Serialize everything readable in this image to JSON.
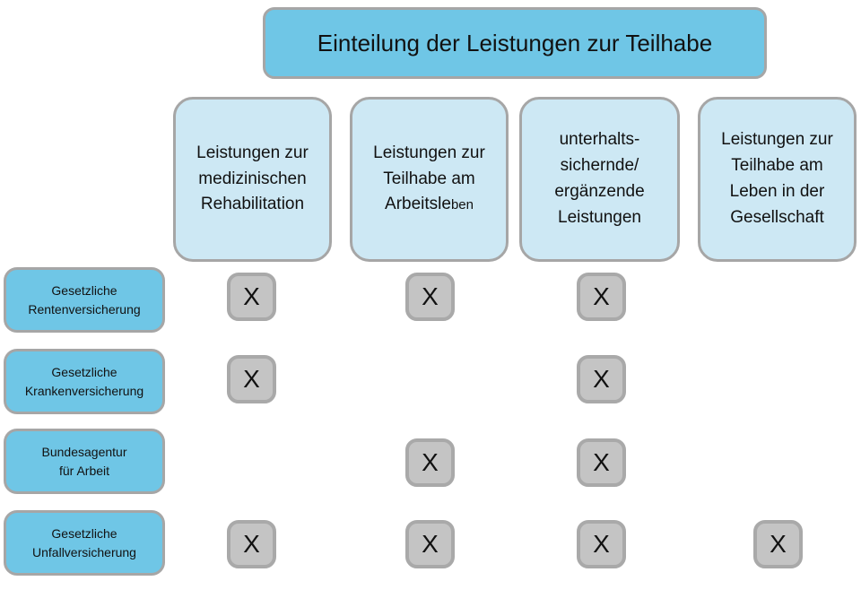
{
  "title": "Einteilung der Leistungen zur Teilhabe",
  "columns": [
    {
      "label": "Leistungen zur\nmedizinischen\nRehabilitation",
      "label_suffix": ""
    },
    {
      "label": "Leistungen zur\nTeilhabe am\nArbeitsle",
      "label_suffix": "ben"
    },
    {
      "label": "unterhalts-\nsichernde/\nergänzende\nLeistungen",
      "label_suffix": ""
    },
    {
      "label": "Leistungen zur\nTeilhabe am\nLeben in der\nGesellschaft",
      "label_suffix": ""
    }
  ],
  "rows": [
    {
      "label": "Gesetzliche\nRentenversicherung"
    },
    {
      "label": "Gesetzliche\nKrankenversicherung"
    },
    {
      "label": "Bundesagentur\nfür Arbeit"
    },
    {
      "label": "Gesetzliche\nUnfallversicherung"
    }
  ],
  "matrix": {
    "mark": "X",
    "cells": [
      [
        1,
        1,
        1,
        0
      ],
      [
        1,
        0,
        1,
        0
      ],
      [
        0,
        1,
        1,
        0
      ],
      [
        1,
        1,
        1,
        1
      ]
    ]
  },
  "colors": {
    "header_blue": "#6FC6E6",
    "column_blue": "#CDE8F4",
    "box_border": "#A6A6A6",
    "mark_fill": "#C4C4C4",
    "mark_border": "#A9A9A9",
    "text": "#111111",
    "background": "#FFFFFF"
  }
}
